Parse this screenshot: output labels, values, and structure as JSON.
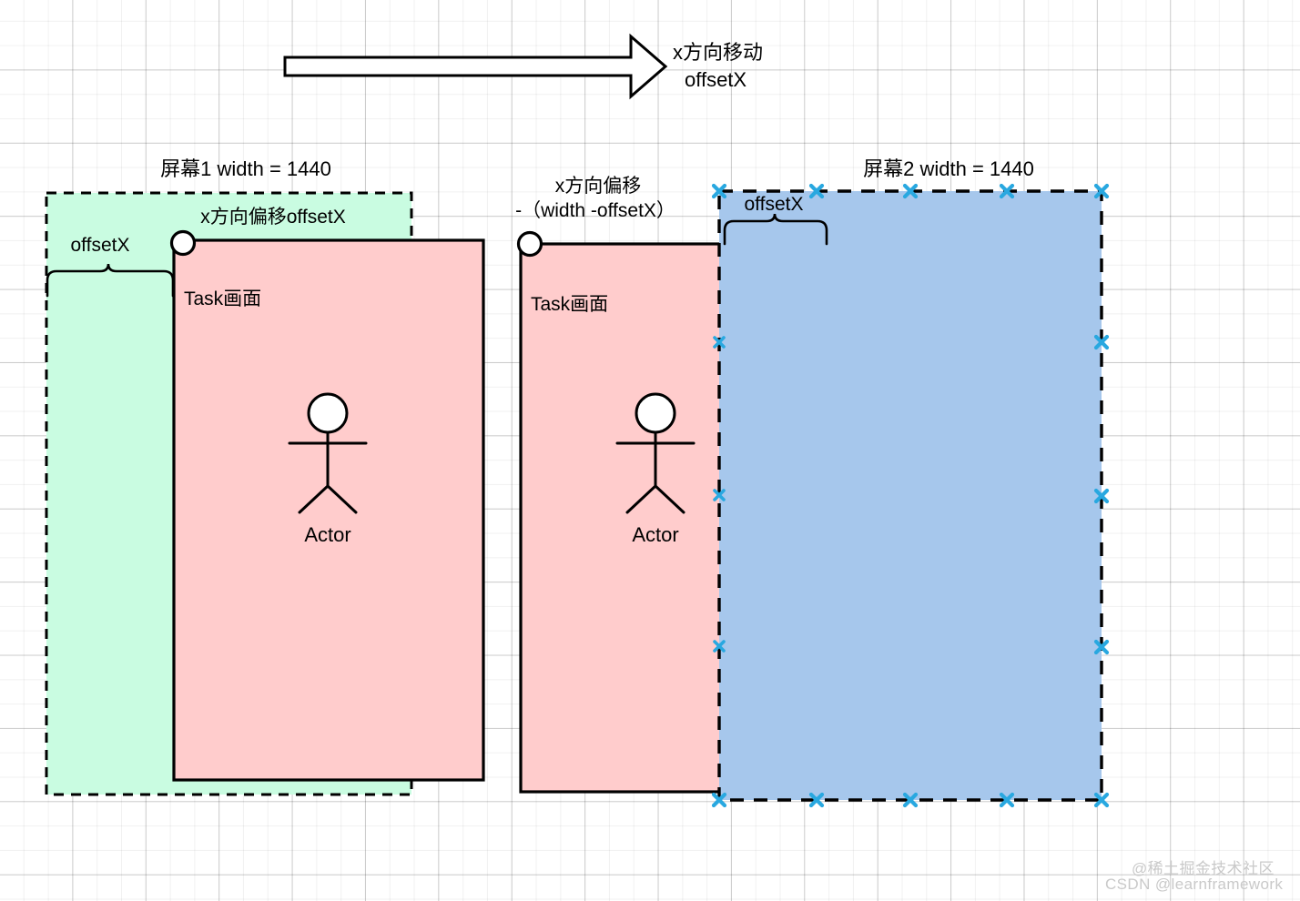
{
  "diagram": {
    "title_arrow": {
      "line1": "x方向移动",
      "line2": "offsetX",
      "icon": "right-block-arrow-icon"
    },
    "screen1": {
      "title": "屏幕1 width = 1440",
      "offset_brace_label": "offsetX",
      "offset_region_label": "x方向偏移offsetX",
      "task_label": "Task画面",
      "actor_label": "Actor",
      "region_fill": "#c9fce1",
      "task_fill": "#ffcccc"
    },
    "screen_middle": {
      "note_line1": "x方向偏移",
      "note_line2": "-（width -offsetX）",
      "task_label": "Task画面",
      "actor_label": "Actor",
      "task_fill": "#ffcccc"
    },
    "screen2": {
      "title": "屏幕2 width = 1440",
      "offset_brace_label": "offsetX",
      "region_fill": "#a6c7ec",
      "handle_color": "#29a8e0"
    },
    "watermarks": {
      "line1": "@稀土掘金技术社区",
      "line2": "CSDN @learnframework"
    }
  }
}
